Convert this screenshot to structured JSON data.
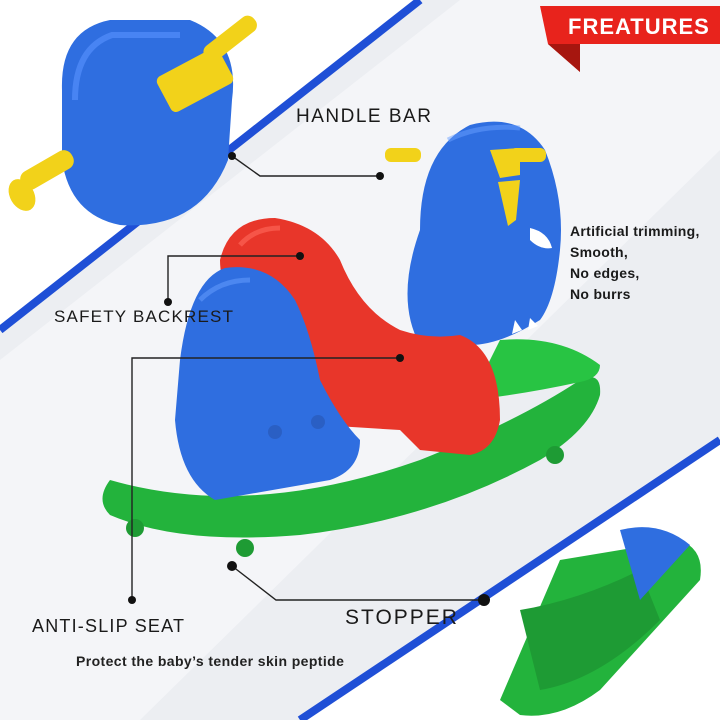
{
  "banner": {
    "label": "FREATURES",
    "color": "#e8231c"
  },
  "callouts": {
    "handle_bar": "HANDLE BAR",
    "safety_backrest": "SAFETY BACKREST",
    "anti_slip_seat": "ANTI-SLIP SEAT",
    "stopper": "STOPPER"
  },
  "properties": [
    "Artificial trimming,",
    "Smooth,",
    "No edges,",
    "No burrs"
  ],
  "tagline": "Protect the baby’s tender skin peptide",
  "colors": {
    "body_blue": "#2f6ee0",
    "seat_red": "#e8362a",
    "base_green": "#23b33c",
    "handle_yellow": "#f2d21a",
    "stripe_blue": "#1f4fd6"
  }
}
